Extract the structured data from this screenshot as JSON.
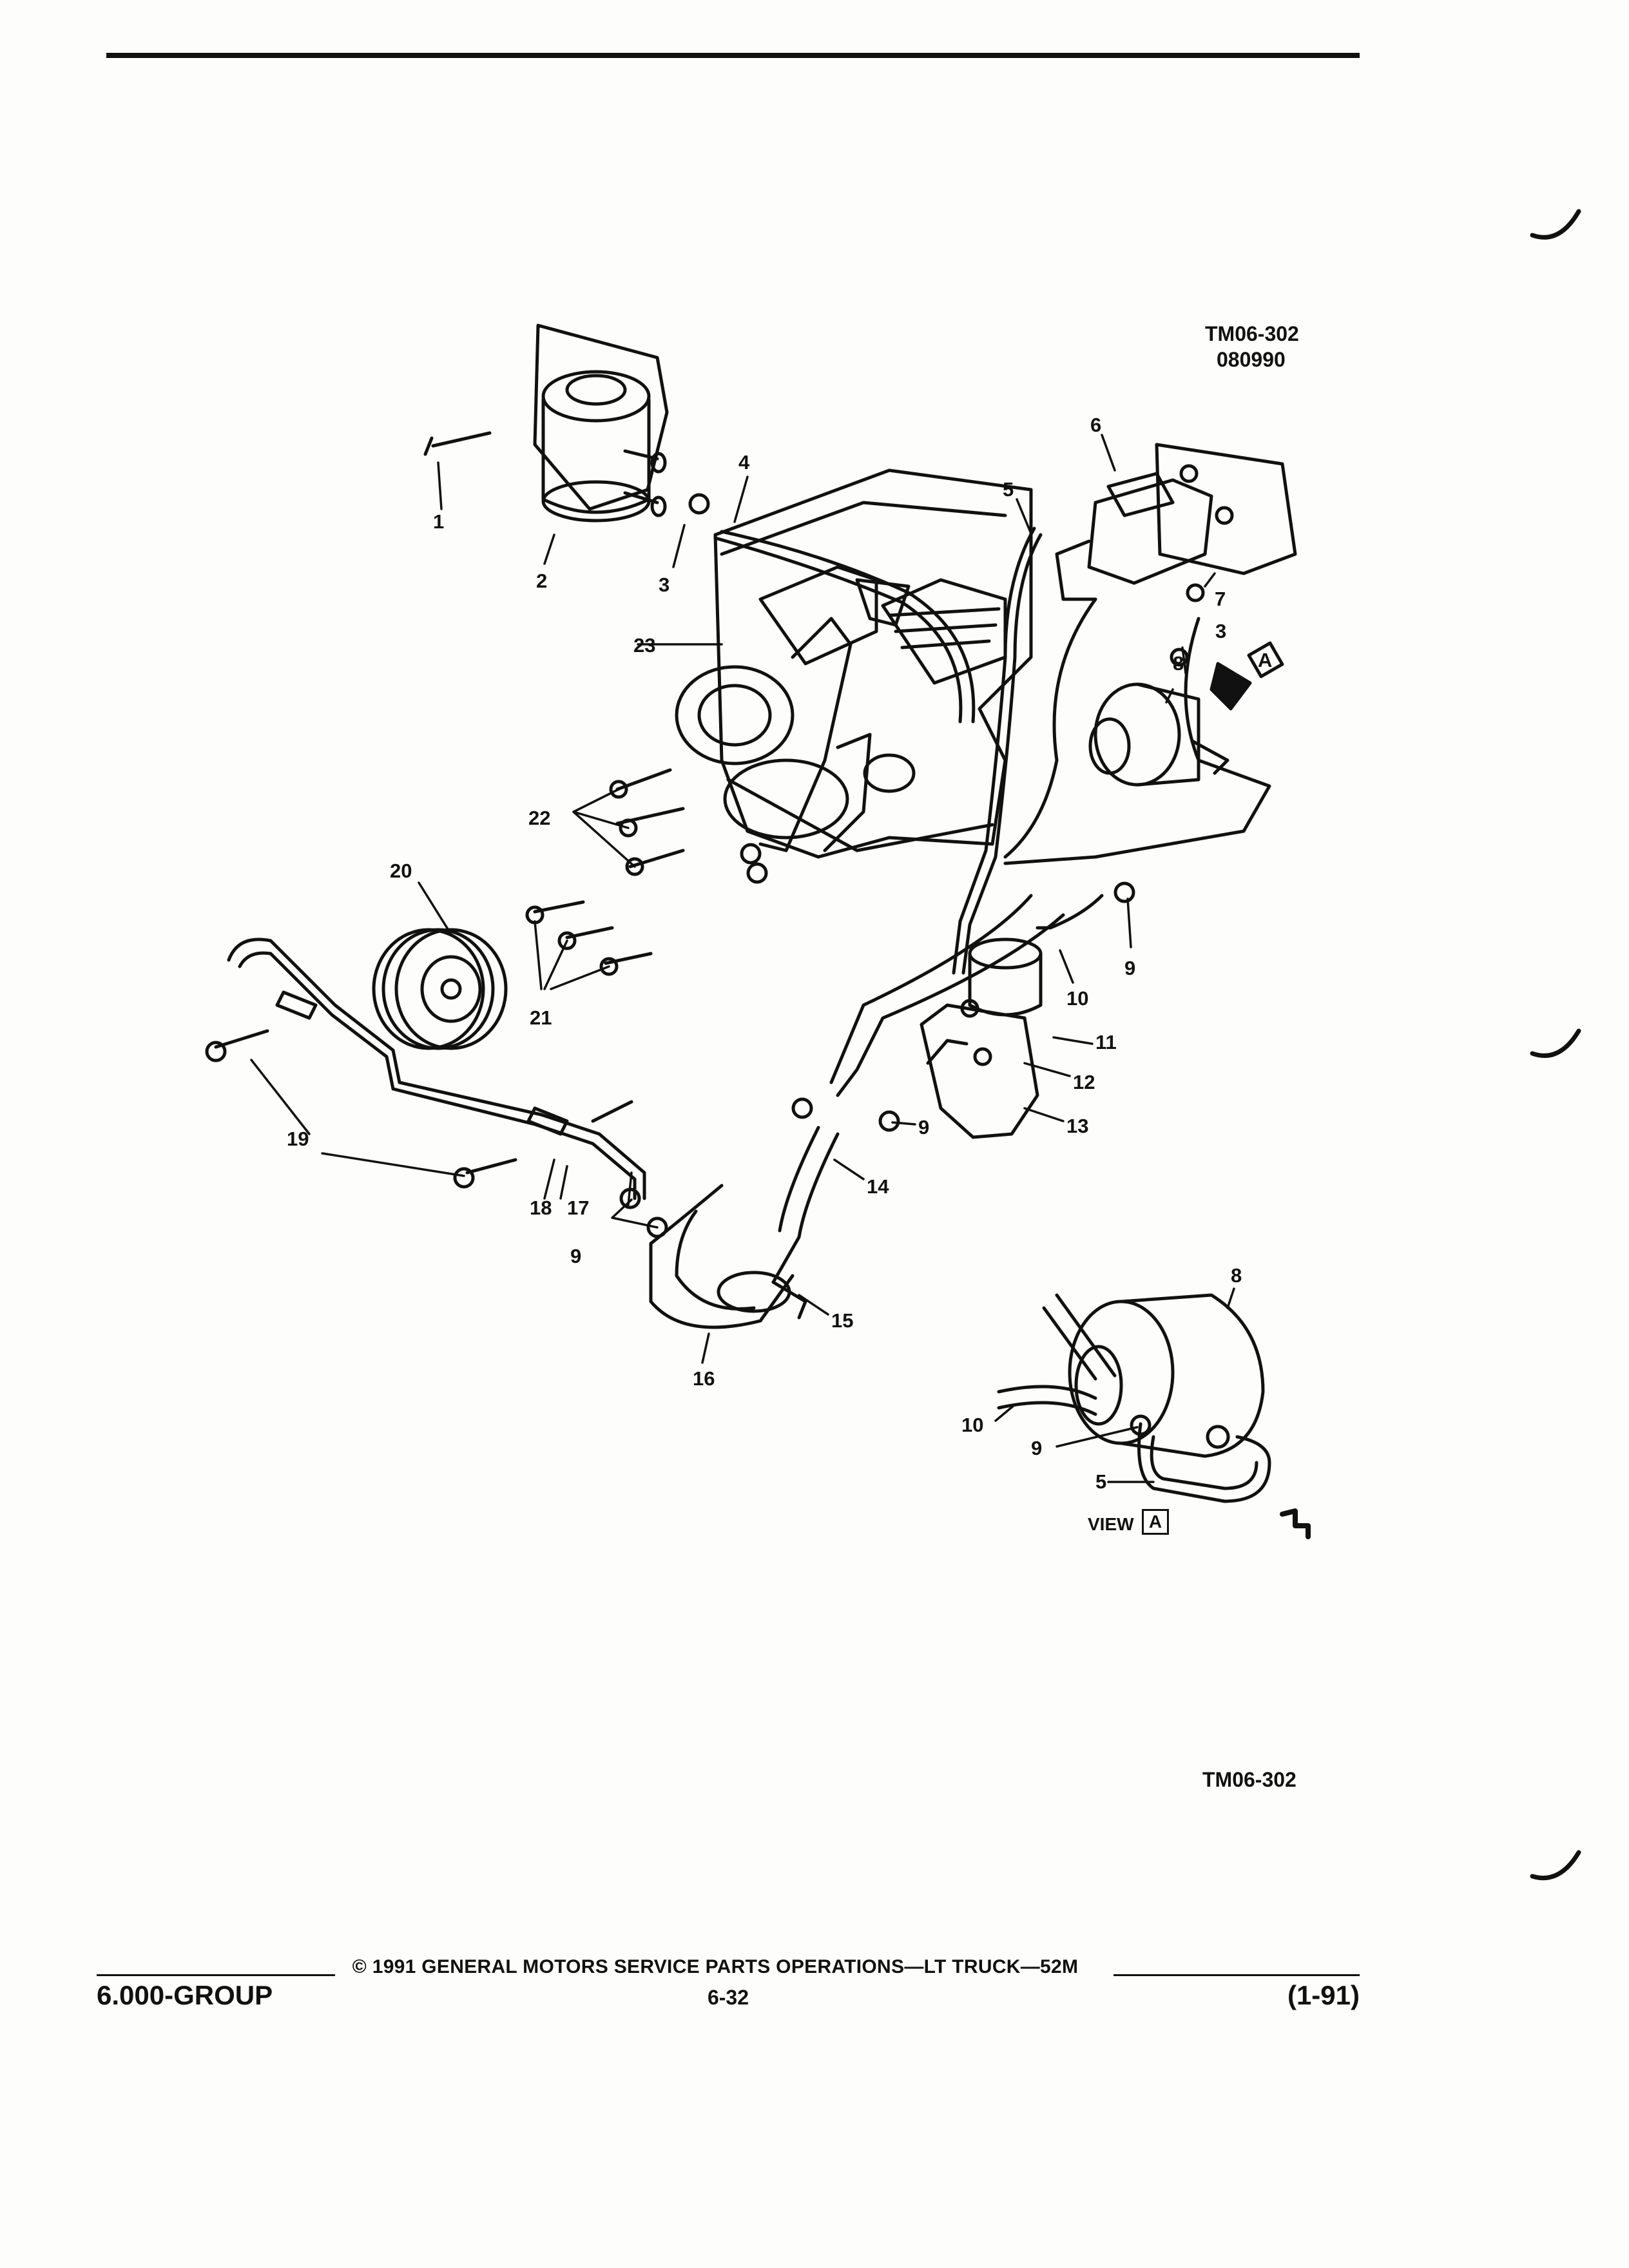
{
  "figure_code_top": "TM06-302",
  "figure_date_code": "080990",
  "figure_code_bottom": "TM06-302",
  "view_label": "VIEW",
  "view_letter": "A",
  "callout_arrow_letter": "A",
  "callouts": {
    "c1": "1",
    "c2": "2",
    "c3a": "3",
    "c3b": "3",
    "c4": "4",
    "c5a": "5",
    "c5b": "5",
    "c6": "6",
    "c7": "7",
    "c8a": "8",
    "c8b": "8",
    "c9a": "9",
    "c9b": "9",
    "c9c": "9",
    "c9d": "9",
    "c10a": "10",
    "c10b": "10",
    "c11": "11",
    "c12": "12",
    "c13": "13",
    "c14": "14",
    "c15": "15",
    "c16": "16",
    "c17": "17",
    "c18": "18",
    "c19": "19",
    "c20": "20",
    "c21": "21",
    "c22": "22",
    "c23": "23"
  },
  "footer": {
    "copyright": "© 1991 GENERAL MOTORS SERVICE PARTS OPERATIONS—LT TRUCK—52M",
    "group": "6.000-GROUP",
    "page": "6-32",
    "date": "(1-91)"
  }
}
